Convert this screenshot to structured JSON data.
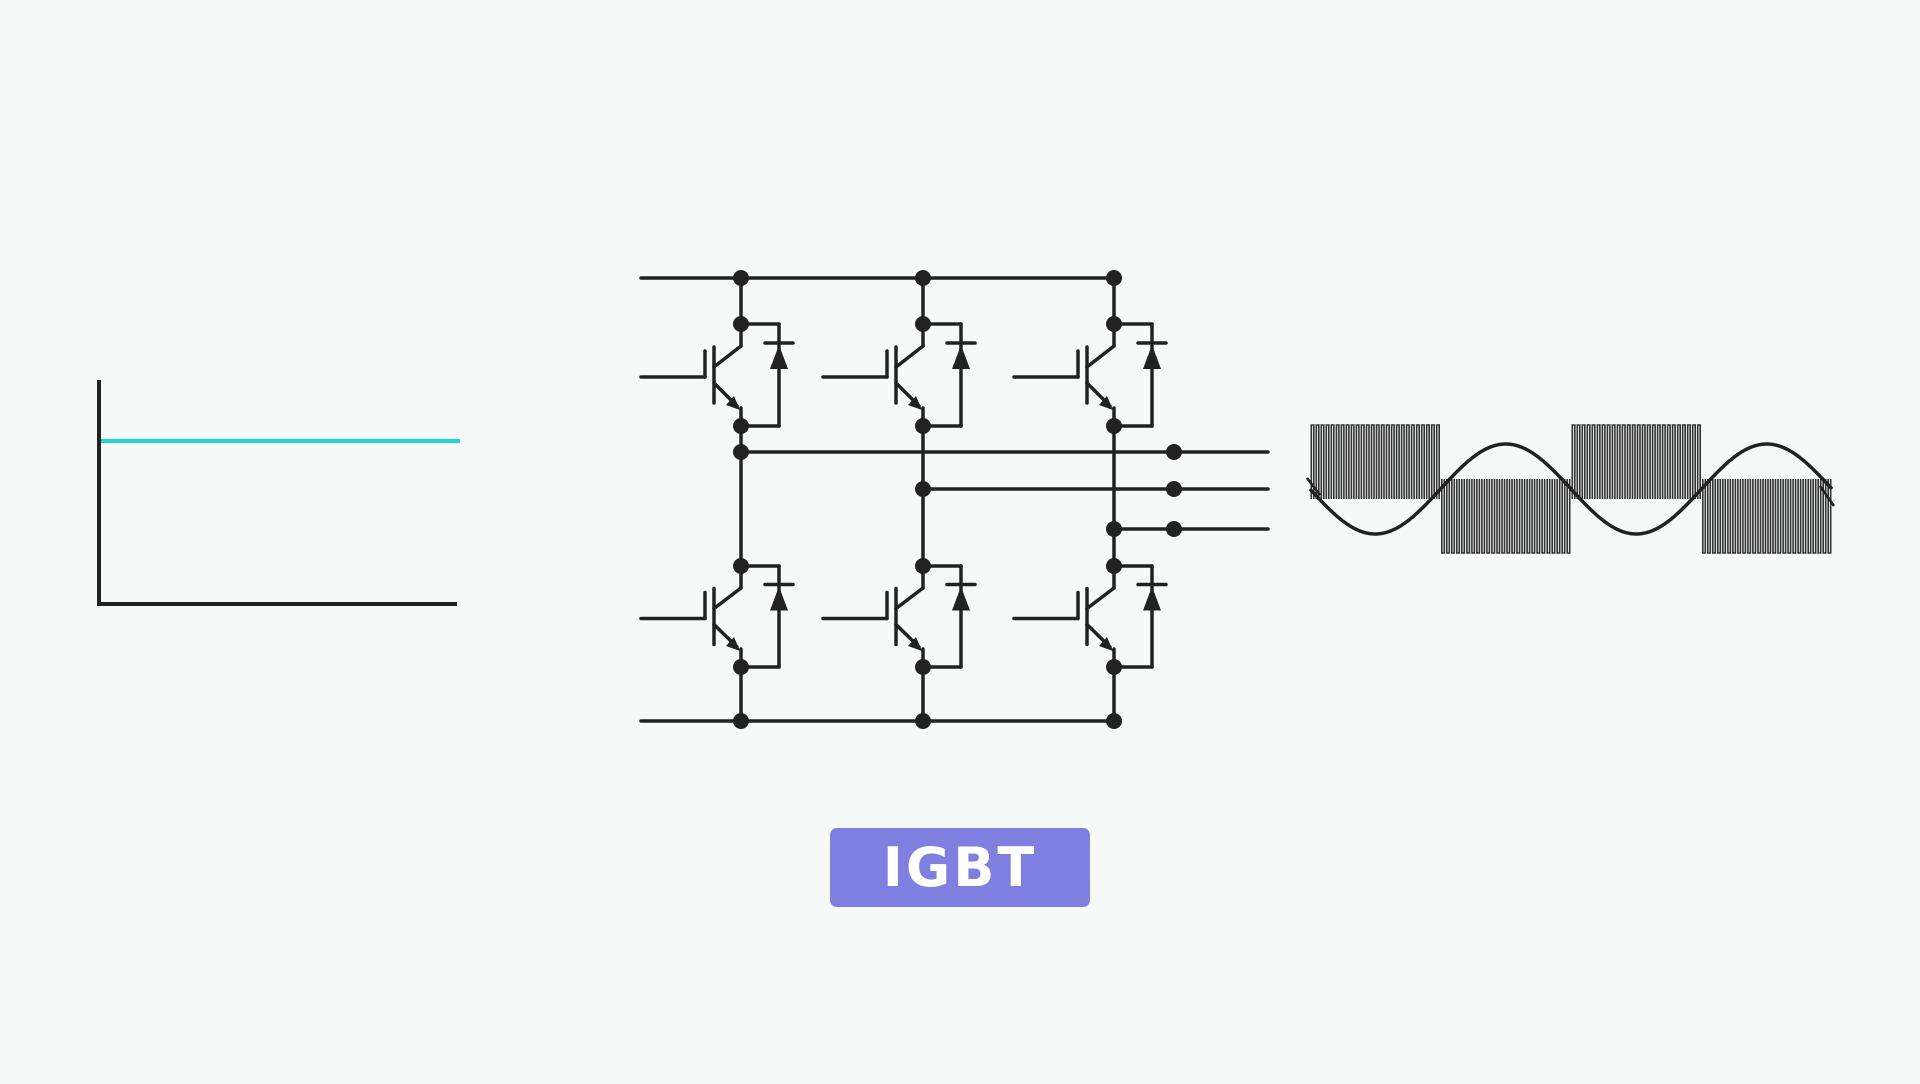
{
  "label": {
    "text": "IGBT"
  },
  "colors": {
    "background": "#f7f8f8",
    "line": "#222222",
    "dc_level": "#1fd6d6",
    "label_bg": "#7f7fe0",
    "label_text": "#ffffff"
  },
  "diagram": {
    "dc_input_plot": {
      "level": "constant"
    },
    "inverter": {
      "legs": 3,
      "switches_per_leg": 2,
      "switch_type": "igbt-with-antiparallel-diode"
    },
    "outputs": 3,
    "waveform": {
      "sine_cycles": 2,
      "pwm": true
    }
  }
}
